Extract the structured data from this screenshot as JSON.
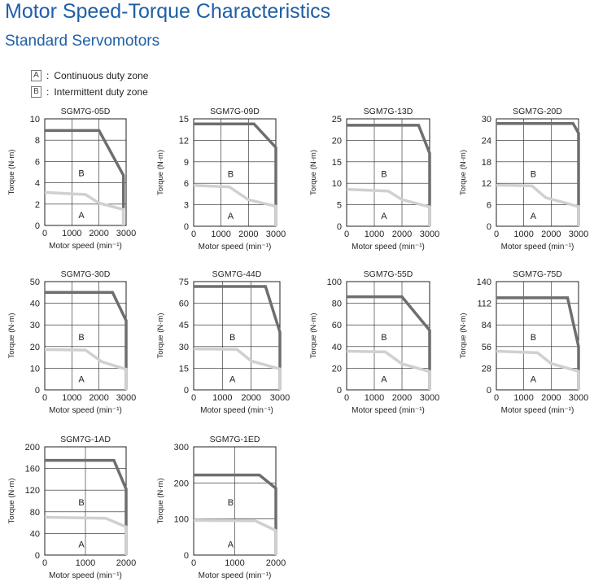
{
  "page": {
    "title": "Motor Speed-Torque Characteristics",
    "subtitle": "Standard Servomotors"
  },
  "legend": [
    {
      "key": "A",
      "separator": ":",
      "label": "Continuous duty zone"
    },
    {
      "key": "B",
      "separator": ":",
      "label": "Intermittent duty zone"
    }
  ],
  "colors": {
    "intermittent": "#6d6e71",
    "continuous": "#cfd0d2",
    "title": "#1f5fa6"
  },
  "chart_data": [
    {
      "type": "line",
      "title": "SGM7G-05D",
      "xlabel": "Motor speed (min⁻¹)",
      "ylabel": "Torque (N·m)",
      "xlim": [
        0,
        3000
      ],
      "ylim": [
        0,
        10
      ],
      "xticks": [
        0,
        1000,
        2000,
        3000
      ],
      "yticks": [
        0,
        2,
        4,
        6,
        8,
        10
      ],
      "zone_labels": [
        "B",
        "A"
      ],
      "series": [
        {
          "zone": "B",
          "x": [
            0,
            2000,
            2900,
            2900
          ],
          "y": [
            8.9,
            8.9,
            4.7,
            0
          ]
        },
        {
          "zone": "A",
          "x": [
            0,
            1500,
            2000,
            2900,
            2900
          ],
          "y": [
            3.1,
            2.9,
            2.1,
            1.5,
            0
          ]
        }
      ]
    },
    {
      "type": "line",
      "title": "SGM7G-09D",
      "xlabel": "Motor speed (min⁻¹)",
      "ylabel": "Torque (N·m)",
      "xlim": [
        0,
        3000
      ],
      "ylim": [
        0,
        15
      ],
      "xticks": [
        0,
        1000,
        2000,
        3000
      ],
      "yticks": [
        0,
        3,
        6,
        9,
        12,
        15
      ],
      "zone_labels": [
        "B",
        "A"
      ],
      "series": [
        {
          "zone": "B",
          "x": [
            0,
            2200,
            3000,
            3000
          ],
          "y": [
            14.3,
            14.3,
            11,
            0
          ]
        },
        {
          "zone": "A",
          "x": [
            0,
            1300,
            2000,
            3000,
            3000
          ],
          "y": [
            5.7,
            5.5,
            3.7,
            2.8,
            0
          ]
        }
      ]
    },
    {
      "type": "line",
      "title": "SGM7G-13D",
      "xlabel": "Motor speed (min⁻¹)",
      "ylabel": "Torque (N·m)",
      "xlim": [
        0,
        3000
      ],
      "ylim": [
        0,
        25
      ],
      "xticks": [
        0,
        1000,
        2000,
        3000
      ],
      "yticks": [
        0,
        5,
        10,
        15,
        20,
        25
      ],
      "zone_labels": [
        "B",
        "A"
      ],
      "series": [
        {
          "zone": "B",
          "x": [
            0,
            2600,
            3000,
            3000
          ],
          "y": [
            23.5,
            23.5,
            17,
            0
          ]
        },
        {
          "zone": "A",
          "x": [
            0,
            1500,
            2000,
            3000,
            3000
          ],
          "y": [
            8.6,
            8.2,
            6.2,
            4.5,
            0
          ]
        }
      ]
    },
    {
      "type": "line",
      "title": "SGM7G-20D",
      "xlabel": "Motor speed (min⁻¹)",
      "ylabel": "Torque (N·m)",
      "xlim": [
        0,
        3000
      ],
      "ylim": [
        0,
        30
      ],
      "xticks": [
        0,
        1000,
        2000,
        3000
      ],
      "yticks": [
        0,
        6,
        12,
        18,
        24,
        30
      ],
      "zone_labels": [
        "B",
        "A"
      ],
      "series": [
        {
          "zone": "B",
          "x": [
            0,
            2800,
            3000,
            3000
          ],
          "y": [
            28.7,
            28.7,
            26,
            0
          ]
        },
        {
          "zone": "A",
          "x": [
            0,
            1300,
            1800,
            3000,
            3000
          ],
          "y": [
            11.5,
            11.3,
            8,
            5.5,
            0
          ]
        }
      ]
    },
    {
      "type": "line",
      "title": "SGM7G-30D",
      "xlabel": "Motor speed (min⁻¹)",
      "ylabel": "Torque (N·m)",
      "xlim": [
        0,
        3000
      ],
      "ylim": [
        0,
        50
      ],
      "xticks": [
        0,
        1000,
        2000,
        3000
      ],
      "yticks": [
        0,
        10,
        20,
        30,
        40,
        50
      ],
      "zone_labels": [
        "B",
        "A"
      ],
      "series": [
        {
          "zone": "B",
          "x": [
            0,
            2500,
            3000,
            3000
          ],
          "y": [
            45,
            45,
            32,
            0
          ]
        },
        {
          "zone": "A",
          "x": [
            0,
            1500,
            2100,
            3000,
            3000
          ],
          "y": [
            18.6,
            18.4,
            13,
            9.5,
            0
          ]
        }
      ]
    },
    {
      "type": "line",
      "title": "SGM7G-44D",
      "xlabel": "Motor speed (min⁻¹)",
      "ylabel": "Torque (N·m)",
      "xlim": [
        0,
        3000
      ],
      "ylim": [
        0,
        75
      ],
      "xticks": [
        0,
        1000,
        2000,
        3000
      ],
      "yticks": [
        0,
        15,
        30,
        45,
        60,
        75
      ],
      "zone_labels": [
        "B",
        "A"
      ],
      "series": [
        {
          "zone": "B",
          "x": [
            0,
            2500,
            3000,
            3000
          ],
          "y": [
            71.6,
            71.6,
            40,
            0
          ]
        },
        {
          "zone": "A",
          "x": [
            0,
            1500,
            2000,
            3000,
            3000
          ],
          "y": [
            28.4,
            28,
            20,
            14.5,
            0
          ]
        }
      ]
    },
    {
      "type": "line",
      "title": "SGM7G-55D",
      "xlabel": "Motor speed (min⁻¹)",
      "ylabel": "Torque (N·m)",
      "xlim": [
        0,
        3000
      ],
      "ylim": [
        0,
        100
      ],
      "xticks": [
        0,
        1000,
        2000,
        3000
      ],
      "yticks": [
        0,
        20,
        40,
        60,
        80,
        100
      ],
      "zone_labels": [
        "B",
        "A"
      ],
      "series": [
        {
          "zone": "B",
          "x": [
            0,
            2000,
            3000,
            3000
          ],
          "y": [
            86,
            86,
            55,
            0
          ]
        },
        {
          "zone": "A",
          "x": [
            0,
            1400,
            2000,
            3000,
            3000
          ],
          "y": [
            35.7,
            35,
            24,
            17,
            0
          ]
        }
      ]
    },
    {
      "type": "line",
      "title": "SGM7G-75D",
      "xlabel": "Motor speed (min⁻¹)",
      "ylabel": "Torque (N·m)",
      "xlim": [
        0,
        3000
      ],
      "ylim": [
        0,
        140
      ],
      "xticks": [
        0,
        1000,
        2000,
        3000
      ],
      "yticks": [
        0,
        28,
        56,
        84,
        112,
        140
      ],
      "zone_labels": [
        "B",
        "A"
      ],
      "series": [
        {
          "zone": "B",
          "x": [
            0,
            2600,
            3000,
            3000
          ],
          "y": [
            119,
            119,
            56,
            0
          ]
        },
        {
          "zone": "A",
          "x": [
            0,
            1500,
            2000,
            3000,
            3000
          ],
          "y": [
            50,
            48,
            34,
            24,
            0
          ]
        }
      ]
    },
    {
      "type": "line",
      "title": "SGM7G-1AD",
      "xlabel": "Motor speed (min⁻¹)",
      "ylabel": "Torque (N·m)",
      "xlim": [
        0,
        2000
      ],
      "ylim": [
        0,
        200
      ],
      "xticks": [
        0,
        1000,
        2000
      ],
      "yticks": [
        0,
        40,
        80,
        120,
        160,
        200
      ],
      "zone_labels": [
        "B",
        "A"
      ],
      "series": [
        {
          "zone": "B",
          "x": [
            0,
            1700,
            2000,
            2000
          ],
          "y": [
            175,
            175,
            122,
            0
          ]
        },
        {
          "zone": "A",
          "x": [
            0,
            1500,
            2000,
            2000
          ],
          "y": [
            70,
            68,
            52,
            0
          ]
        }
      ]
    },
    {
      "type": "line",
      "title": "SGM7G-1ED",
      "xlabel": "Motor speed (min⁻¹)",
      "ylabel": "Torque (N·m)",
      "xlim": [
        0,
        2000
      ],
      "ylim": [
        0,
        300
      ],
      "xticks": [
        0,
        1000,
        2000
      ],
      "yticks": [
        0,
        100,
        200,
        300
      ],
      "zone_labels": [
        "B",
        "A"
      ],
      "series": [
        {
          "zone": "B",
          "x": [
            0,
            1600,
            2000,
            2000
          ],
          "y": [
            222,
            222,
            185,
            0
          ]
        },
        {
          "zone": "A",
          "x": [
            0,
            1500,
            2000,
            2000
          ],
          "y": [
            96,
            95,
            68,
            0
          ]
        }
      ]
    }
  ]
}
